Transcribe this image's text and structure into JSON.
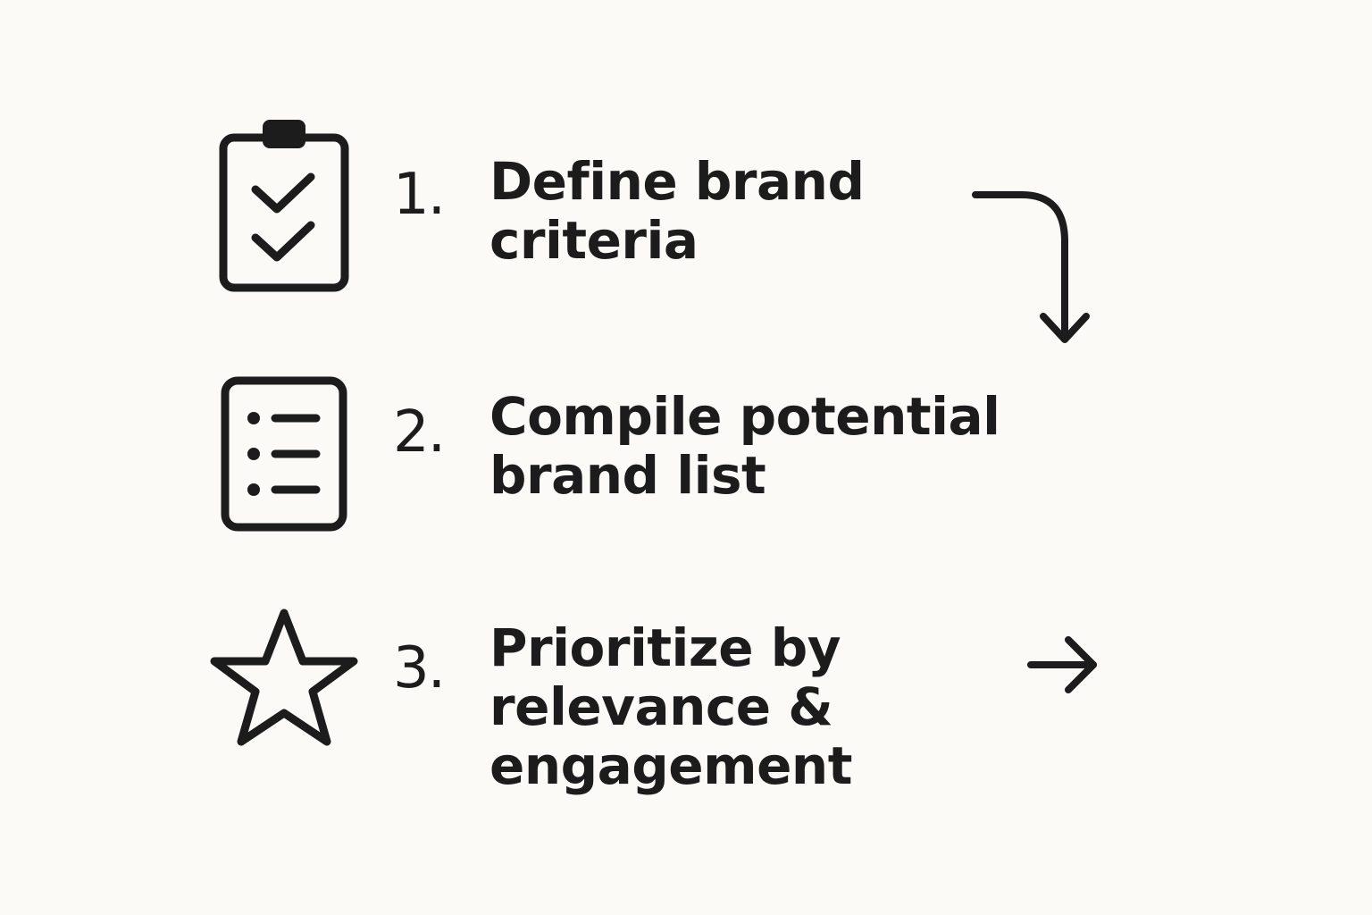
{
  "steps": [
    {
      "number": "1.",
      "icon": "clipboard-check-icon",
      "lines": [
        "Define brand",
        "criteria"
      ]
    },
    {
      "number": "2.",
      "icon": "list-document-icon",
      "lines": [
        "Compile potential",
        "brand list"
      ]
    },
    {
      "number": "3.",
      "icon": "star-icon",
      "lines": [
        "Prioritize by",
        "relevance &",
        "engagement"
      ]
    }
  ],
  "colors": {
    "background": "#fbfaf7",
    "ink": "#1c1c1c"
  },
  "connectors": [
    "curved-down-arrow-icon",
    "right-arrow-icon"
  ]
}
